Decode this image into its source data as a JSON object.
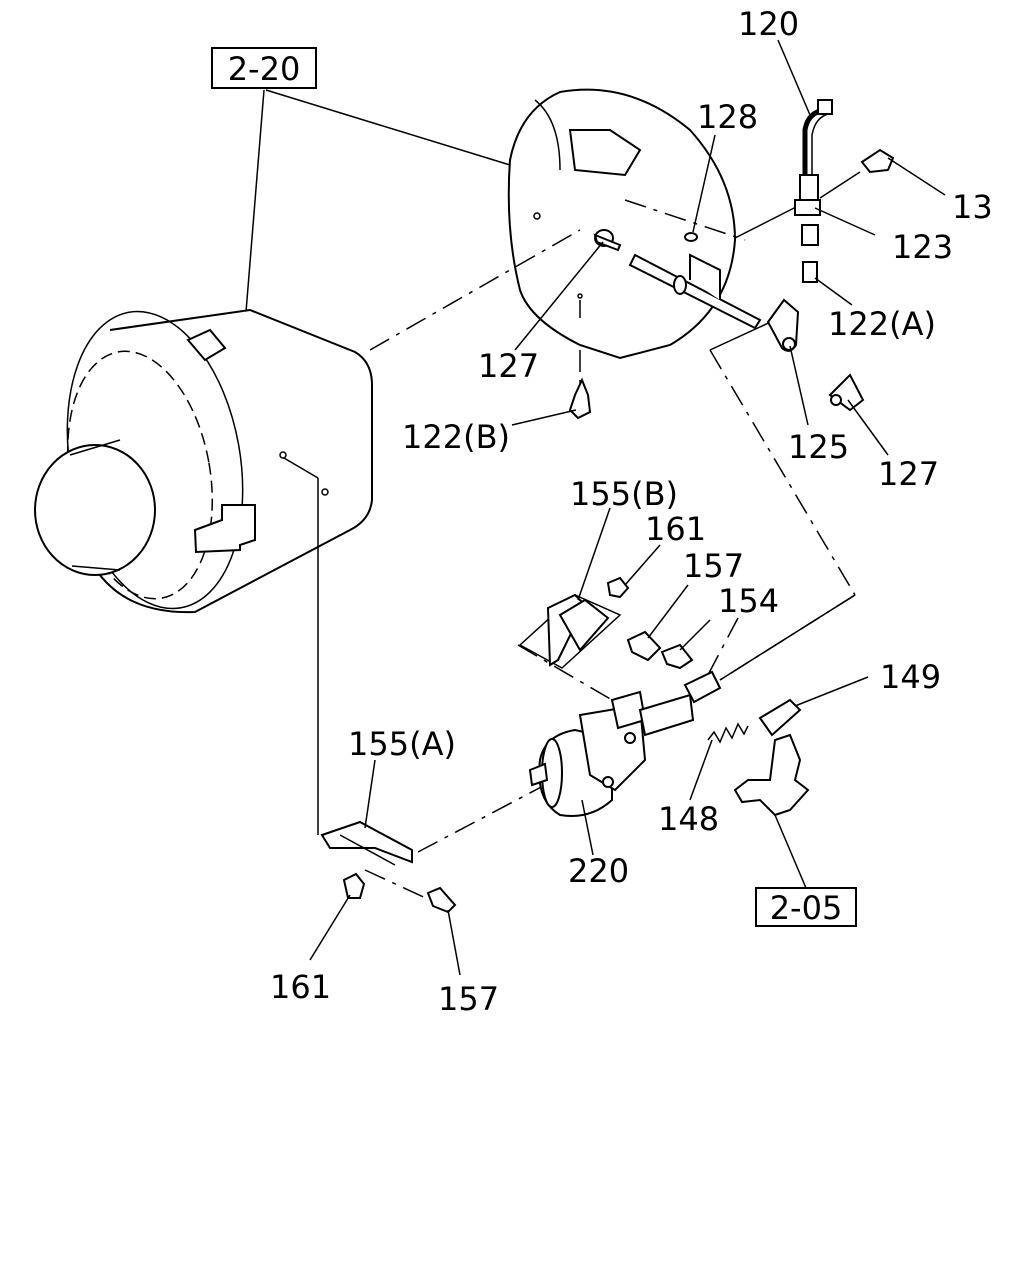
{
  "ref_boxes": [
    "2-20",
    "2-05"
  ],
  "callouts": {
    "p120": "120",
    "p128": "128",
    "p13": "13",
    "p123": "123",
    "p122a": "122(A)",
    "p127_top": "127",
    "p122b": "122(B)",
    "p125": "125",
    "p127_right": "127",
    "p155b": "155(B)",
    "p161_top": "161",
    "p157_top": "157",
    "p154": "154",
    "p149": "149",
    "p155a": "155(A)",
    "p148": "148",
    "p220": "220",
    "p161_bottom": "161",
    "p157_bottom": "157"
  }
}
